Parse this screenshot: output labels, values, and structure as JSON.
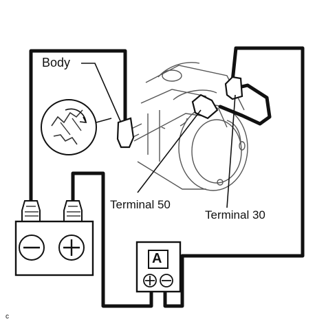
{
  "labels": {
    "body": "Body",
    "terminal_50": "Terminal 50",
    "terminal_30": "Terminal 30",
    "ammeter": "A",
    "figure_code": "C"
  },
  "icons": [
    "battery-icon",
    "minus-terminal-icon",
    "plus-terminal-icon",
    "ammeter-icon",
    "starter-motor-icon",
    "pinion-gear-icon",
    "clip-connector-icon"
  ],
  "colors": {
    "line": "#111111",
    "background": "#ffffff",
    "drawing": "#444444"
  }
}
